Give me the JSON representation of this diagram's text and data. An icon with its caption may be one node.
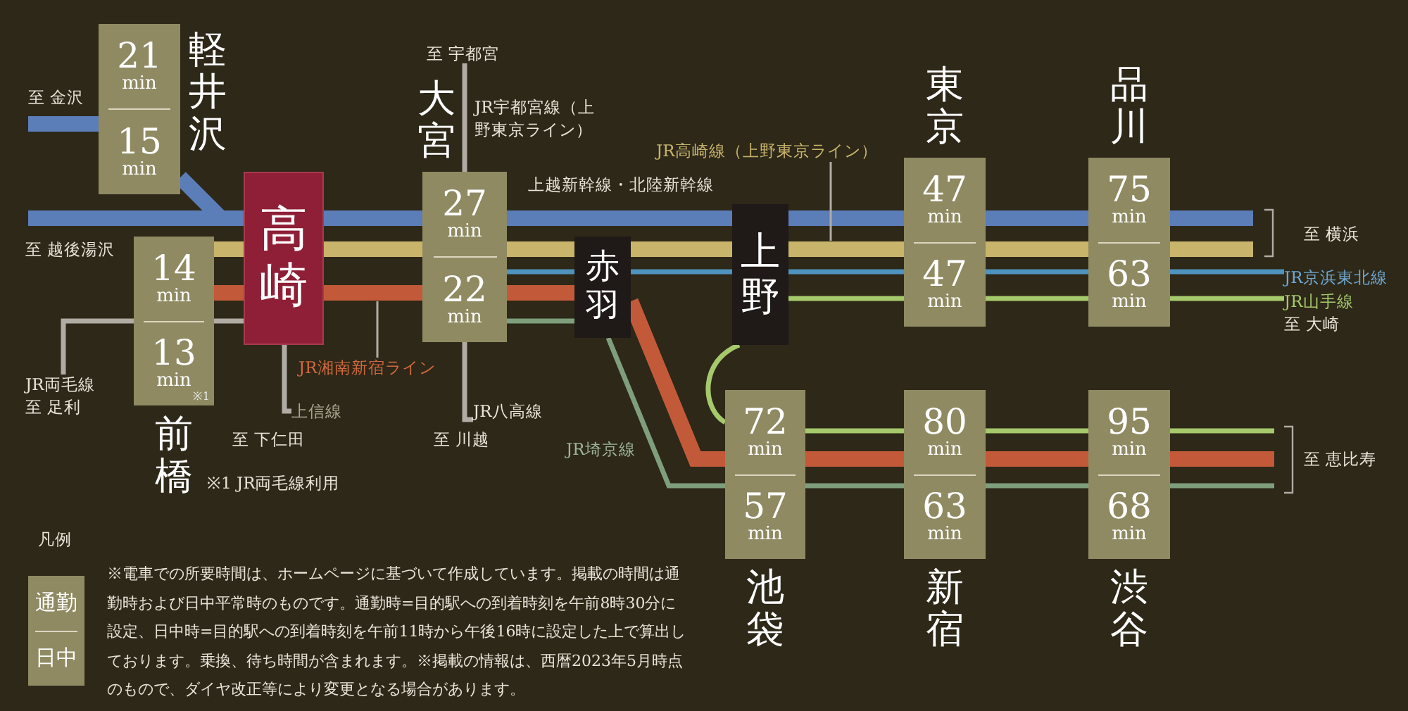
{
  "diagram": {
    "nodes": [
      {
        "text": [
          "21 min",
          "15 min",
          "軽井沢"
        ]
      },
      {
        "text": [
          "高崎"
        ]
      },
      {
        "text": [
          "14 min",
          "13 min",
          "※1",
          "前橋"
        ]
      },
      {
        "text": [
          "大宮",
          "27 min",
          "22 min"
        ]
      },
      {
        "text": [
          "赤羽"
        ]
      },
      {
        "text": [
          "上野"
        ]
      },
      {
        "text": [
          "東京",
          "47 min",
          "47 min"
        ]
      },
      {
        "text": [
          "品川",
          "75 min",
          "63 min"
        ]
      },
      {
        "text": [
          "72 min",
          "57 min",
          "池袋"
        ]
      },
      {
        "text": [
          "80 min",
          "63 min",
          "新宿"
        ]
      },
      {
        "text": [
          "95 min",
          "68 min",
          "渋谷"
        ]
      },
      {
        "text": [
          "JR湘南新宿ライン"
        ]
      },
      {
        "text": [
          "JR高崎線（上野東京ライン）"
        ]
      },
      {
        "text": [
          "通勤",
          "日中"
        ]
      },
      {
        "text": [
          "JR両毛線"
        ]
      },
      {
        "text": [
          "上信線"
        ]
      },
      {
        "text": [
          "至 宇都宮"
        ]
      },
      {
        "text": [
          "JR八高線"
        ]
      },
      {
        "text": [
          "JR京浜東北線"
        ]
      },
      {
        "text": [
          "JR山手線"
        ]
      }
    ],
    "edges": [
      {
        "from": null,
        "to": 0,
        "arrow": "none",
        "style": "thick",
        "color": "#5b7db8"
      },
      {
        "from": 0,
        "to": 1,
        "arrow": "none",
        "style": "thick",
        "color": "#5b7db8"
      },
      {
        "from": null,
        "to": 1,
        "arrow": "none",
        "style": "thick",
        "color": "#5b7db8"
      },
      {
        "from": 1,
        "to": 3,
        "arrow": "none",
        "style": "thick",
        "color": "#5b7db8"
      },
      {
        "from": 3,
        "to": 5,
        "arrow": "none",
        "style": "thick",
        "color": "#5b7db8"
      },
      {
        "from": 5,
        "to": 6,
        "arrow": "none",
        "style": "thick",
        "color": "#5b7db8"
      },
      {
        "from": 6,
        "to": 7,
        "arrow": "none",
        "style": "thick",
        "color": "#5b7db8"
      },
      {
        "from": 7,
        "to": null,
        "arrow": "none",
        "style": "thick",
        "color": "#5b7db8"
      },
      {
        "from": 2,
        "to": 1,
        "arrow": "none",
        "style": "thick",
        "color": "#c9b46c"
      },
      {
        "from": 1,
        "to": 3,
        "arrow": "none",
        "style": "thick",
        "color": "#c9b46c"
      },
      {
        "from": 3,
        "to": 4,
        "arrow": "none",
        "style": "thick",
        "color": "#c9b46c"
      },
      {
        "from": 4,
        "to": 5,
        "arrow": "none",
        "style": "thick",
        "color": "#c9b46c"
      },
      {
        "from": 5,
        "to": 6,
        "arrow": "none",
        "style": "thick",
        "color": "#c9b46c"
      },
      {
        "from": 6,
        "to": 7,
        "arrow": "none",
        "style": "thick",
        "color": "#c9b46c"
      },
      {
        "from": 7,
        "to": null,
        "arrow": "none",
        "style": "thick",
        "color": "#c9b46c"
      },
      {
        "from": 3,
        "to": 4,
        "arrow": "none",
        "color": "#4f93bf"
      },
      {
        "from": 4,
        "to": 5,
        "arrow": "none",
        "color": "#4f93bf"
      },
      {
        "from": 5,
        "to": 6,
        "arrow": "none",
        "color": "#4f93bf"
      },
      {
        "from": 6,
        "to": 7,
        "arrow": "none",
        "color": "#4f93bf"
      },
      {
        "from": 7,
        "to": 18,
        "arrow": "none",
        "color": "#4f93bf"
      },
      {
        "from": 2,
        "to": 1,
        "arrow": "none",
        "style": "thick",
        "color": "#c25a3a"
      },
      {
        "from": 1,
        "to": 3,
        "arrow": "none",
        "style": "thick",
        "color": "#c25a3a"
      },
      {
        "from": 3,
        "to": 4,
        "arrow": "none",
        "style": "thick",
        "color": "#c25a3a"
      },
      {
        "from": 4,
        "to": 8,
        "arrow": "none",
        "style": "thick",
        "color": "#c25a3a"
      },
      {
        "from": 8,
        "to": 9,
        "arrow": "none",
        "style": "thick",
        "color": "#c25a3a"
      },
      {
        "from": 9,
        "to": 10,
        "arrow": "none",
        "style": "thick",
        "color": "#c25a3a"
      },
      {
        "from": 10,
        "to": null,
        "arrow": "none",
        "style": "thick",
        "color": "#c25a3a"
      },
      {
        "from": 3,
        "to": 4,
        "arrow": "none",
        "color": "#7f9f7c"
      },
      {
        "from": 4,
        "to": 8,
        "arrow": "none",
        "color": "#7f9f7c"
      },
      {
        "from": 8,
        "to": 9,
        "arrow": "none",
        "color": "#7f9f7c"
      },
      {
        "from": 9,
        "to": 10,
        "arrow": "none",
        "color": "#7f9f7c"
      },
      {
        "from": 10,
        "to": null,
        "arrow": "none",
        "color": "#7f9f7c"
      },
      {
        "from": 5,
        "to": 6,
        "arrow": "none",
        "color": "#a5c96b"
      },
      {
        "from": 6,
        "to": 7,
        "arrow": "none",
        "color": "#a5c96b"
      },
      {
        "from": 7,
        "to": 19,
        "arrow": "none",
        "color": "#a5c96b"
      },
      {
        "from": 5,
        "to": 8,
        "arrow": "none",
        "color": "#a5c96b"
      },
      {
        "from": 8,
        "to": 9,
        "arrow": "none",
        "color": "#a5c96b"
      },
      {
        "from": 9,
        "to": 10,
        "arrow": "none",
        "color": "#a5c96b"
      },
      {
        "from": 10,
        "to": null,
        "arrow": "none",
        "color": "#a5c96b"
      },
      {
        "from": 1,
        "to": 2,
        "arrow": "none",
        "color": "#b0aca4"
      },
      {
        "from": 2,
        "to": 14,
        "arrow": "none",
        "color": "#b0aca4"
      },
      {
        "from": 1,
        "to": 15,
        "arrow": "none",
        "color": "#b0aca4"
      },
      {
        "from": 3,
        "to": 16,
        "arrow": "none",
        "color": "#b0aca4"
      },
      {
        "from": 3,
        "to": 17,
        "arrow": "none",
        "color": "#b0aca4"
      },
      {
        "from": 11,
        "to": null,
        "arrow": "none",
        "color": "#b0aca4"
      },
      {
        "from": 12,
        "to": null,
        "arrow": "none",
        "color": "#b0aca4"
      }
    ],
    "labels": [
      "至 金沢",
      "至 越後湯沢",
      "至 足利",
      "※1 JR両毛線利用",
      "至 下仁田",
      "JR宇都宮線（上野東京ライン）",
      "上越新幹線・北陸新幹線",
      "至 川越",
      "JR埼京線",
      "至 横浜",
      "至 大崎",
      "至 恵比寿",
      "凡例",
      "※電車での所要時間は、ホームページに基づいて作成しています。掲載の時間は通勤時および日中平常時のものです。通勤時=目的駅への到着時刻を午前8時30分に設定、日中時=目的駅への到着時刻を午前11時から午後16時に設定した上で算出しております。乗換、待ち時間が含まれます。※掲載の情報は、西暦2023年5月時点のもので、ダイヤ改正等により変更となる場合があります。"
    ]
  }
}
